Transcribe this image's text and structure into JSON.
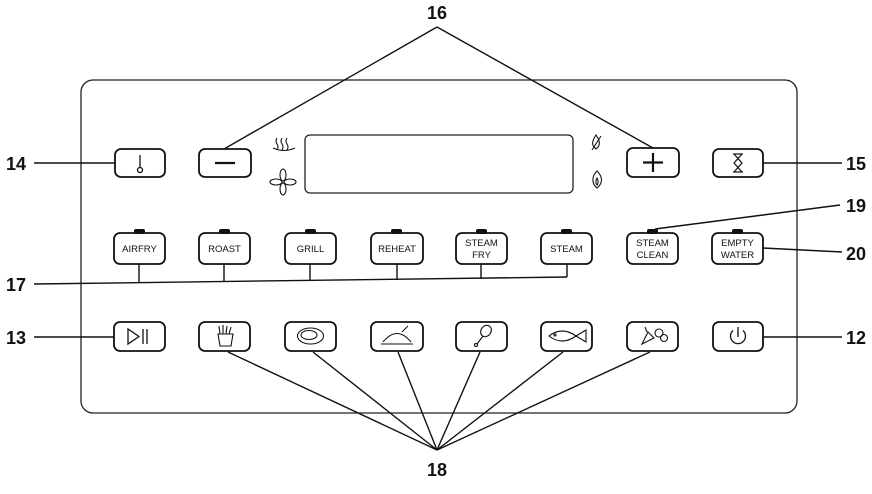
{
  "callouts": {
    "c12": "12",
    "c13": "13",
    "c14": "14",
    "c15": "15",
    "c16": "16",
    "c17": "17",
    "c18": "18",
    "c19": "19",
    "c20": "20"
  },
  "buttons": {
    "airfry": "AIRFRY",
    "roast": "ROAST",
    "grill": "GRILL",
    "reheat": "REHEAT",
    "steam_fry": [
      "STEAM",
      "FRY"
    ],
    "steam": "STEAM",
    "steam_clean": [
      "STEAM",
      "CLEAN"
    ],
    "empty_water": [
      "EMPTY",
      "WATER"
    ]
  }
}
